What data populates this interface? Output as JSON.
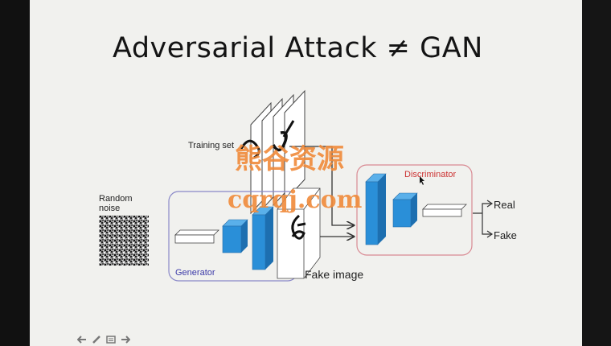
{
  "slide": {
    "title": "Adversarial Attack ≠ GAN",
    "labels": {
      "training_set": "Training set",
      "random_noise_line1": "Random",
      "random_noise_line2": "noise",
      "generator": "Generator",
      "fake_image": "Fake image",
      "discriminator": "Discriminator",
      "real": "Real",
      "fake": "Fake"
    },
    "watermark": {
      "line1": "熊谷资源",
      "line2": "cqrqj.com"
    }
  },
  "toolbar": {
    "icons": [
      "arrow-left-icon",
      "pen-icon",
      "menu-icon",
      "arrow-right-icon"
    ]
  },
  "colors": {
    "background": "#f1f1ee",
    "generator_box": "#8a88c8",
    "discriminator_box": "#d98a93",
    "generator_text": "#3c3aa8",
    "discriminator_text": "#cc3333",
    "cube_blue": "#2a8fd8",
    "watermark": "#f08a3a"
  }
}
